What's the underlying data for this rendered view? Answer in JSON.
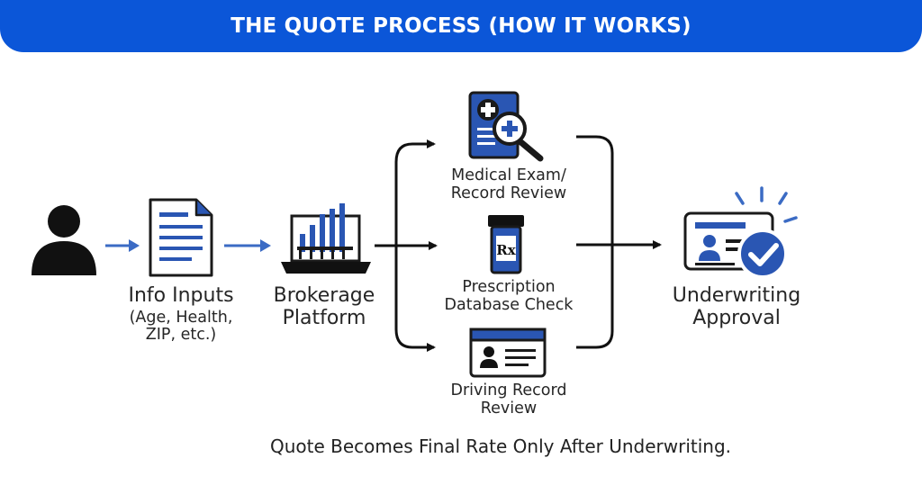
{
  "banner": {
    "title": "THE QUOTE PROCESS (HOW IT WORKS)"
  },
  "nodes": {
    "info_inputs": {
      "line1": "Info Inputs",
      "line2": "(Age, Health,",
      "line3": "ZIP, etc.)"
    },
    "brokerage": {
      "line1": "Brokerage",
      "line2": "Platform"
    },
    "medical": {
      "line1": "Medical Exam/",
      "line2": "Record Review"
    },
    "prescription": {
      "line1": "Prescription",
      "line2": "Database Check",
      "rx_symbol": "Rx"
    },
    "driving": {
      "line1": "Driving Record",
      "line2": "Review"
    },
    "approval": {
      "line1": "Underwriting",
      "line2": "Approval"
    }
  },
  "footnote": "Quote Becomes Final Rate Only After Underwriting.",
  "colors": {
    "accent": "#0b56d8",
    "icon_blue": "#2a56b3",
    "ink": "#1a1a1a",
    "arrow_blue": "#3b6bc4"
  },
  "icons": [
    "user-icon",
    "document-icon",
    "laptop-chart-icon",
    "medical-search-icon",
    "pill-bottle-icon",
    "id-card-icon",
    "approval-card-icon"
  ]
}
